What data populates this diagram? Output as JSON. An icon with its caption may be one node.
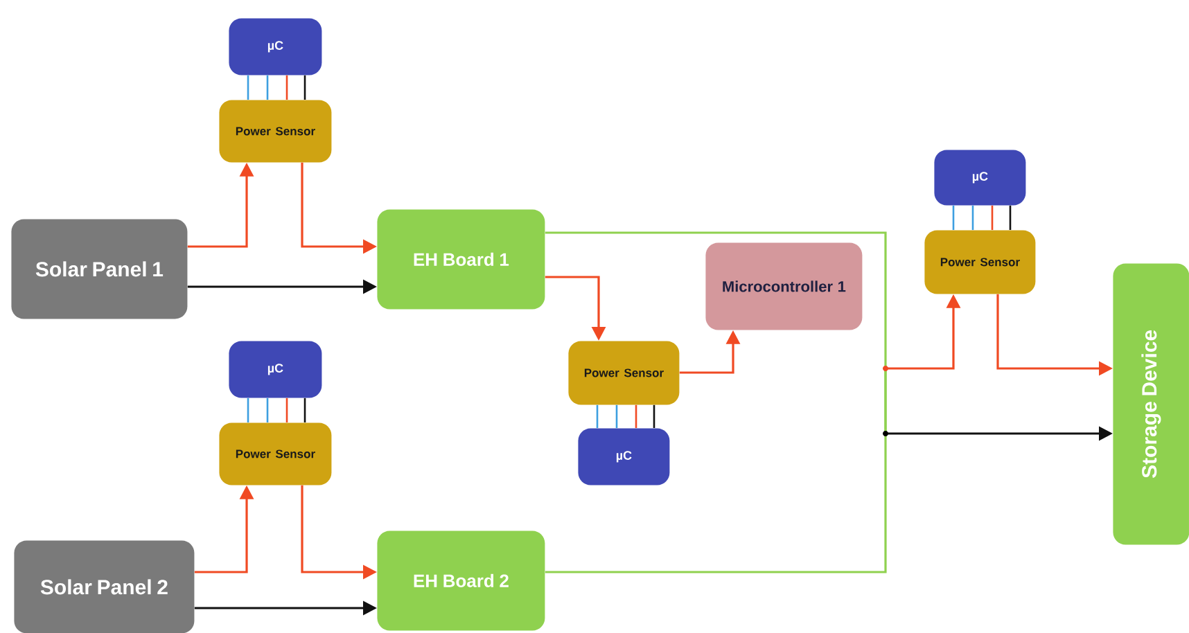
{
  "diagram": {
    "nodes": [
      {
        "text": [
          "Solar Panel 1"
        ]
      },
      {
        "text": [
          "µC"
        ]
      },
      {
        "text": [
          "Power Sensor"
        ]
      },
      {
        "text": [
          "EH Board 1"
        ]
      },
      {
        "text": [
          "Solar Panel 2"
        ]
      },
      {
        "text": [
          "µC"
        ]
      },
      {
        "text": [
          "Power Sensor"
        ]
      },
      {
        "text": [
          "EH Board 2"
        ]
      },
      {
        "text": [
          "Power Sensor"
        ]
      },
      {
        "text": [
          "µC"
        ]
      },
      {
        "text": [
          "Microcontroller 1"
        ]
      },
      {
        "text": [
          "µC"
        ]
      },
      {
        "text": [
          "Power Sensor"
        ]
      },
      {
        "text": [
          "Storage Device"
        ]
      }
    ],
    "edges": [
      {
        "from": 0,
        "to": 2,
        "arrow": "to"
      },
      {
        "from": 2,
        "to": 3,
        "arrow": "to"
      },
      {
        "from": 0,
        "to": 3,
        "arrow": "to",
        "color": "#111111"
      },
      {
        "from": 1,
        "to": 2,
        "arrow": "none",
        "color": "#3d9fe0"
      },
      {
        "from": 1,
        "to": 2,
        "arrow": "none",
        "color": "#3d9fe0"
      },
      {
        "from": 1,
        "to": 2,
        "arrow": "none"
      },
      {
        "from": 1,
        "to": 2,
        "arrow": "none",
        "color": "#111111"
      },
      {
        "from": 4,
        "to": 6,
        "arrow": "to"
      },
      {
        "from": 6,
        "to": 7,
        "arrow": "to"
      },
      {
        "from": 4,
        "to": 7,
        "arrow": "to",
        "color": "#111111"
      },
      {
        "from": 5,
        "to": 6,
        "arrow": "none",
        "color": "#3d9fe0"
      },
      {
        "from": 5,
        "to": 6,
        "arrow": "none",
        "color": "#3d9fe0"
      },
      {
        "from": 5,
        "to": 6,
        "arrow": "none"
      },
      {
        "from": 5,
        "to": 6,
        "arrow": "none",
        "color": "#111111"
      },
      {
        "from": 3,
        "to": 8,
        "arrow": "to"
      },
      {
        "from": 8,
        "to": 10,
        "arrow": "to"
      },
      {
        "from": 8,
        "to": 9,
        "arrow": "none",
        "color": "#3d9fe0"
      },
      {
        "from": 8,
        "to": 9,
        "arrow": "none",
        "color": "#3d9fe0"
      },
      {
        "from": 8,
        "to": 9,
        "arrow": "none"
      },
      {
        "from": 8,
        "to": 9,
        "arrow": "none",
        "color": "#111111"
      },
      {
        "from": 3,
        "to": 12,
        "arrow": "to",
        "color": "#8fd14f"
      },
      {
        "from": 3,
        "to": 13,
        "arrow": "to",
        "color": "#8fd14f"
      },
      {
        "from": 7,
        "to": 12,
        "arrow": "to",
        "color": "#8fd14f"
      },
      {
        "from": 7,
        "to": 13,
        "arrow": "to",
        "color": "#8fd14f"
      },
      {
        "from": 12,
        "to": 13,
        "arrow": "to"
      },
      {
        "from": 11,
        "to": 12,
        "arrow": "none",
        "color": "#3d9fe0"
      },
      {
        "from": 11,
        "to": 12,
        "arrow": "none",
        "color": "#3d9fe0"
      },
      {
        "from": 11,
        "to": 12,
        "arrow": "none"
      },
      {
        "from": 11,
        "to": 12,
        "arrow": "none",
        "color": "#111111"
      }
    ]
  }
}
